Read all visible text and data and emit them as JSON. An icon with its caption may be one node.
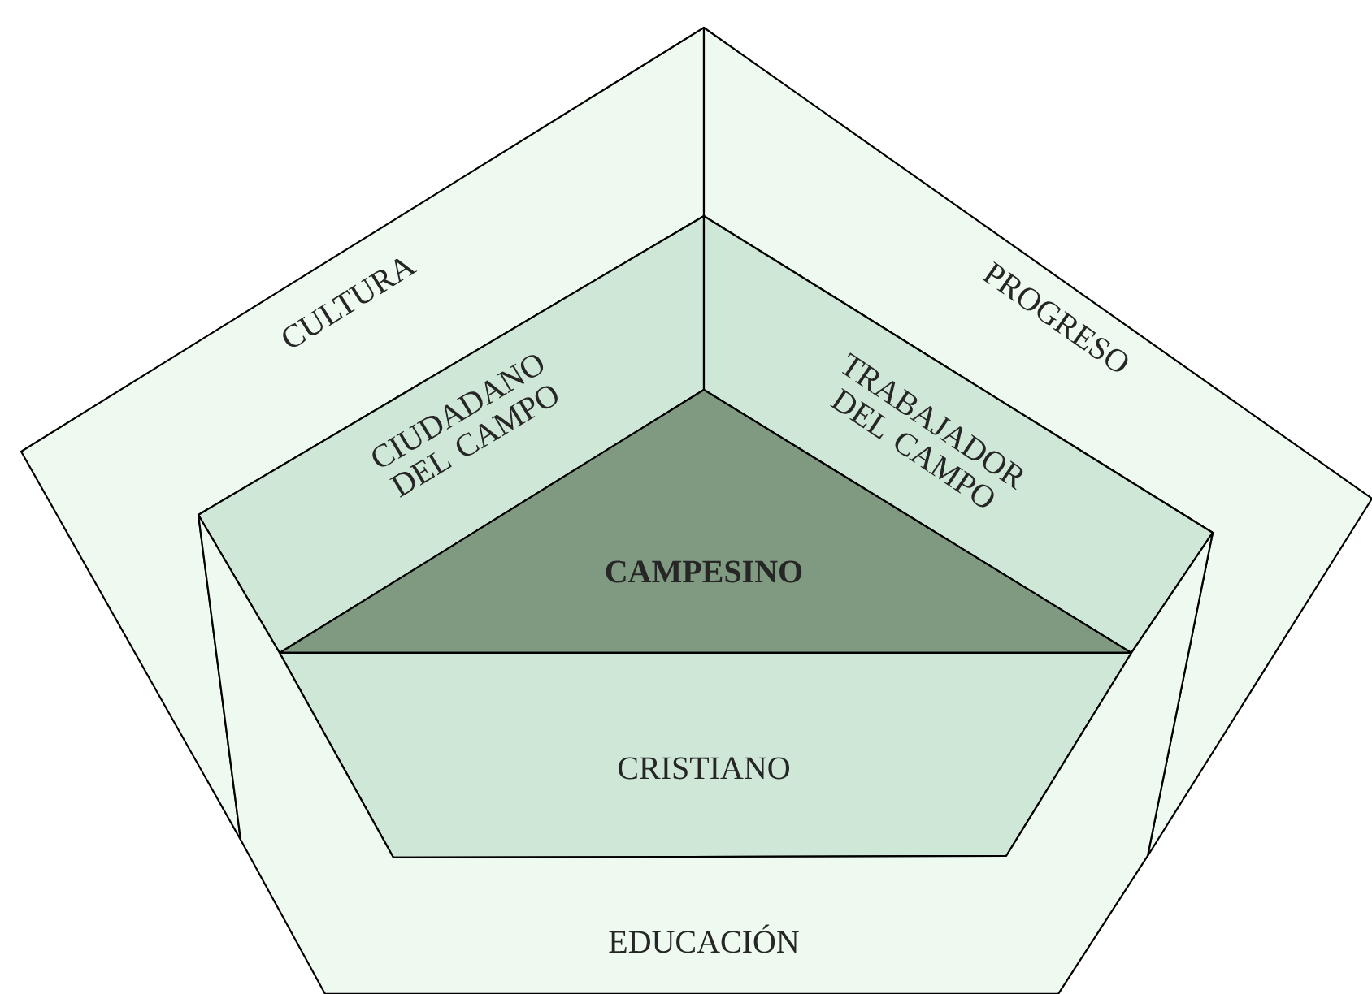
{
  "diagram": {
    "nodes": [
      {
        "text": [
          "CULTURA"
        ]
      },
      {
        "text": [
          "PROGRESO"
        ]
      },
      {
        "text": [
          "CIUDADANO DEL CAMPO"
        ]
      },
      {
        "text": [
          "TRABAJADOR DEL CAMPO"
        ]
      },
      {
        "text": [
          "**CAMPESINO**"
        ]
      },
      {
        "text": [
          "CRISTIANO"
        ]
      },
      {
        "text": [
          "EDUCACIÓN"
        ]
      }
    ]
  }
}
